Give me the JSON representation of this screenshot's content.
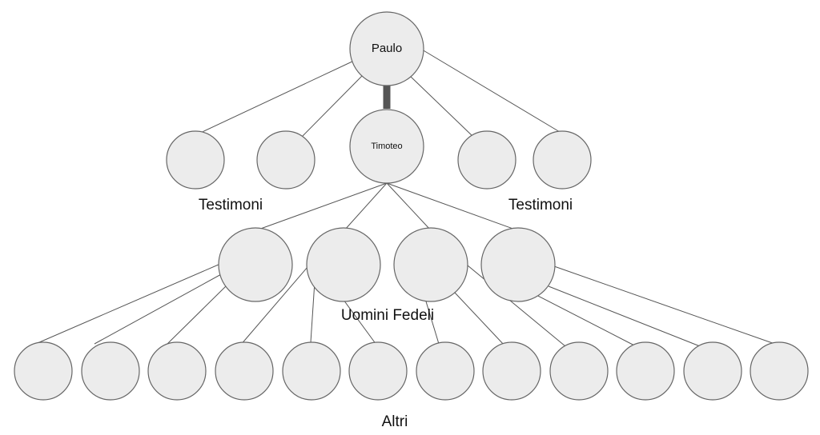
{
  "nodes": {
    "paulo": "Paulo",
    "timoteo": "Timoteo"
  },
  "labels": {
    "testimoni_left": "Testimoni",
    "testimoni_right": "Testimoni",
    "uomini_fedeli": "Uomini Fedeli",
    "altri": "Altri"
  }
}
